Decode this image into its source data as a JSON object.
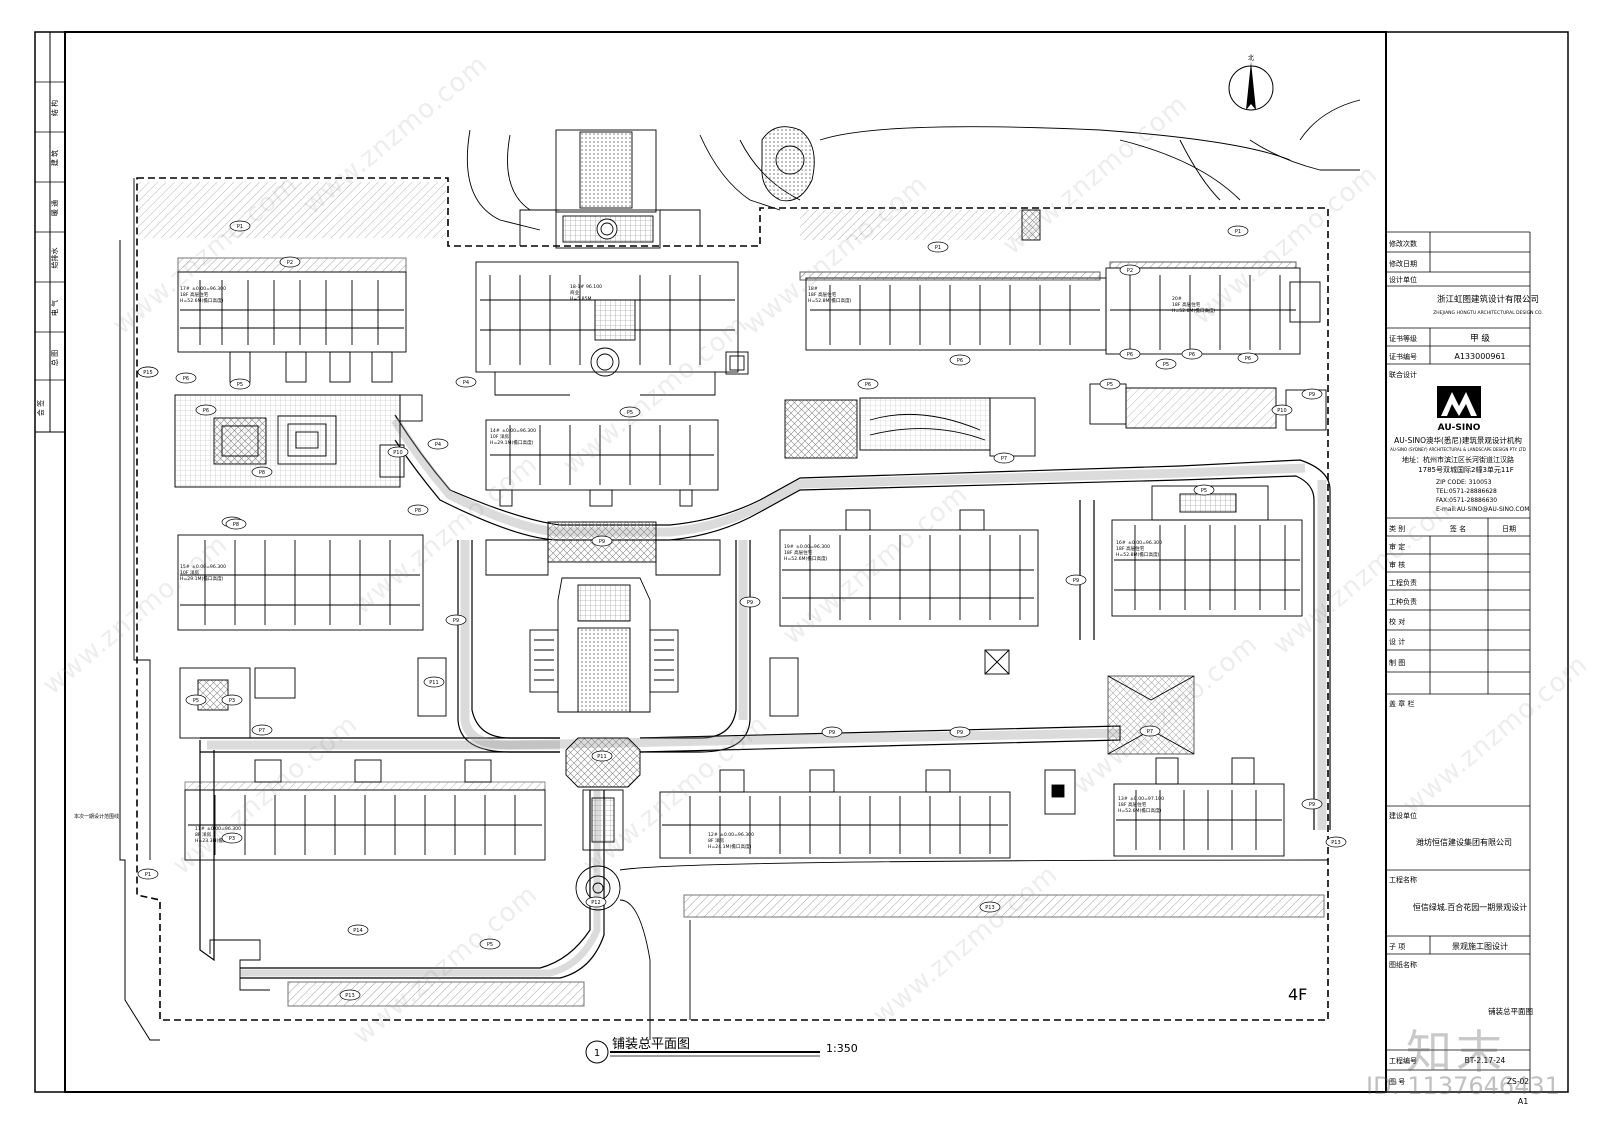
{
  "north": "北",
  "sidebar": {
    "texts": [
      "结 构",
      "建 筑",
      "暖 通",
      "给排水",
      "电 气",
      "总 图",
      "会 签"
    ]
  },
  "titleblock": {
    "revision_count": "修改次数",
    "revision_date": "修改日期",
    "design_unit_label": "设计单位",
    "design_unit_cn": "浙江虹图建筑设计有限公司",
    "design_unit_en": "ZHEJIANG HONGTU ARCHITECTURAL DESIGN CO.",
    "cert_grade_label": "证书等级",
    "cert_grade": "甲 级",
    "cert_no_label": "证书编号",
    "cert_no": "A133000961",
    "joint_label": "联合设计",
    "logo_text": "AU-SINO",
    "org_cn": "AU-SINO澳华(悉尼)建筑景观设计机构",
    "org_en": "AU-SINO (SYDNEY) ARCHITECTURAL & LANDSCAPE DESIGN PTY. LTD",
    "address1": "地址：杭州市滨江区长河街道江汉路",
    "address2": "1785号双城国际2幢3单元11F",
    "zip": "ZIP CODE: 310053",
    "tel": "TEL:0571-28886628",
    "fax": "FAX:0571-28886630",
    "email": "E-mail:AU-SINO@AU-SINO.COM",
    "col_category": "类 别",
    "col_sign": "签 名",
    "col_date": "日期",
    "roles": [
      "审 定",
      "审 核",
      "工程负责",
      "工种负责",
      "校 对",
      "设 计",
      "制 图"
    ],
    "stamp_label": "盖 章 栏",
    "client_label": "建设单位",
    "client": "潍坊恒信建设集团有限公司",
    "project_label": "工程名称",
    "project": "恒信绿城.百合花园一期景观设计",
    "subitem_label": "子 项",
    "subitem": "景观施工图设计",
    "drawing_name_label": "图纸名称",
    "drawing_name": "铺装总平面图",
    "project_no_label": "工程编号",
    "project_no": "BT-2.17-24",
    "drawing_no_label": "图 号",
    "drawing_no": "ZS-02",
    "size": "A1"
  },
  "plan": {
    "title_no": "1",
    "title": "铺装总平面图",
    "scale": "1:350",
    "corner_label": "4F",
    "boundary_note": "本次一期设计范围线",
    "paving_tags": [
      "P1",
      "P1",
      "P1",
      "P1",
      "P1",
      "P2",
      "P2",
      "P3",
      "P3",
      "P3",
      "P4",
      "P4",
      "P5",
      "P5",
      "P5",
      "P5",
      "P5",
      "P5",
      "P5",
      "P6",
      "P6",
      "P6",
      "P6",
      "P6",
      "P6",
      "P6",
      "P7",
      "P7",
      "P7",
      "P8",
      "P8",
      "P8",
      "P9",
      "P9",
      "P9",
      "P9",
      "P9",
      "P9",
      "P9",
      "P9",
      "P10",
      "P10",
      "P11",
      "P11",
      "P12",
      "P13",
      "P13",
      "P13",
      "P14",
      "P15"
    ],
    "buildings": [
      {
        "name": "17#",
        "elev": "±0.00=96.300",
        "floors": "18F 高层住宅",
        "height": "H=52.6M(檐口高度)"
      },
      {
        "name": "18-1#",
        "elev": "96.100",
        "floors": "商业",
        "height": "H=5.85M"
      },
      {
        "name": "18#",
        "elev": "",
        "floors": "18F 高层住宅",
        "height": "H=52.8M(檐口高度)"
      },
      {
        "name": "20#",
        "elev": "",
        "floors": "18F 高层住宅",
        "height": "H=52.8M(檐口高度)"
      },
      {
        "name": "19#",
        "elev": "±0.00=96.300",
        "floors": "18F 高层住宅",
        "height": "H=52.6M(檐口高度)"
      },
      {
        "name": "14#",
        "elev": "±0.00=96.300",
        "floors": "10F 洋房",
        "height": "H=29.1M(檐口高度)"
      },
      {
        "name": "15#",
        "elev": "±0.00=96.300",
        "floors": "10F 洋房",
        "height": "H=29.1M(檐口高度)"
      },
      {
        "name": "16#",
        "elev": "±0.00=96.300",
        "floors": "18F 高层住宅",
        "height": "H=52.8M(檐口高度)"
      },
      {
        "name": "11#",
        "elev": "±0.00=96.300",
        "floors": "8F 洋房",
        "height": "H=23.3M(檐口高度)"
      },
      {
        "name": "12#",
        "elev": "±0.00=96.300",
        "floors": "8F 洋房",
        "height": "H=24.1M(檐口高度)"
      },
      {
        "name": "13#",
        "elev": "±0.00=97.100",
        "floors": "18F 高层住宅",
        "height": "H=52.6M(檐口高度)"
      }
    ]
  },
  "watermark": {
    "text": "www.znzmo.com",
    "brand": "知末",
    "id": "ID: 1137646431"
  }
}
